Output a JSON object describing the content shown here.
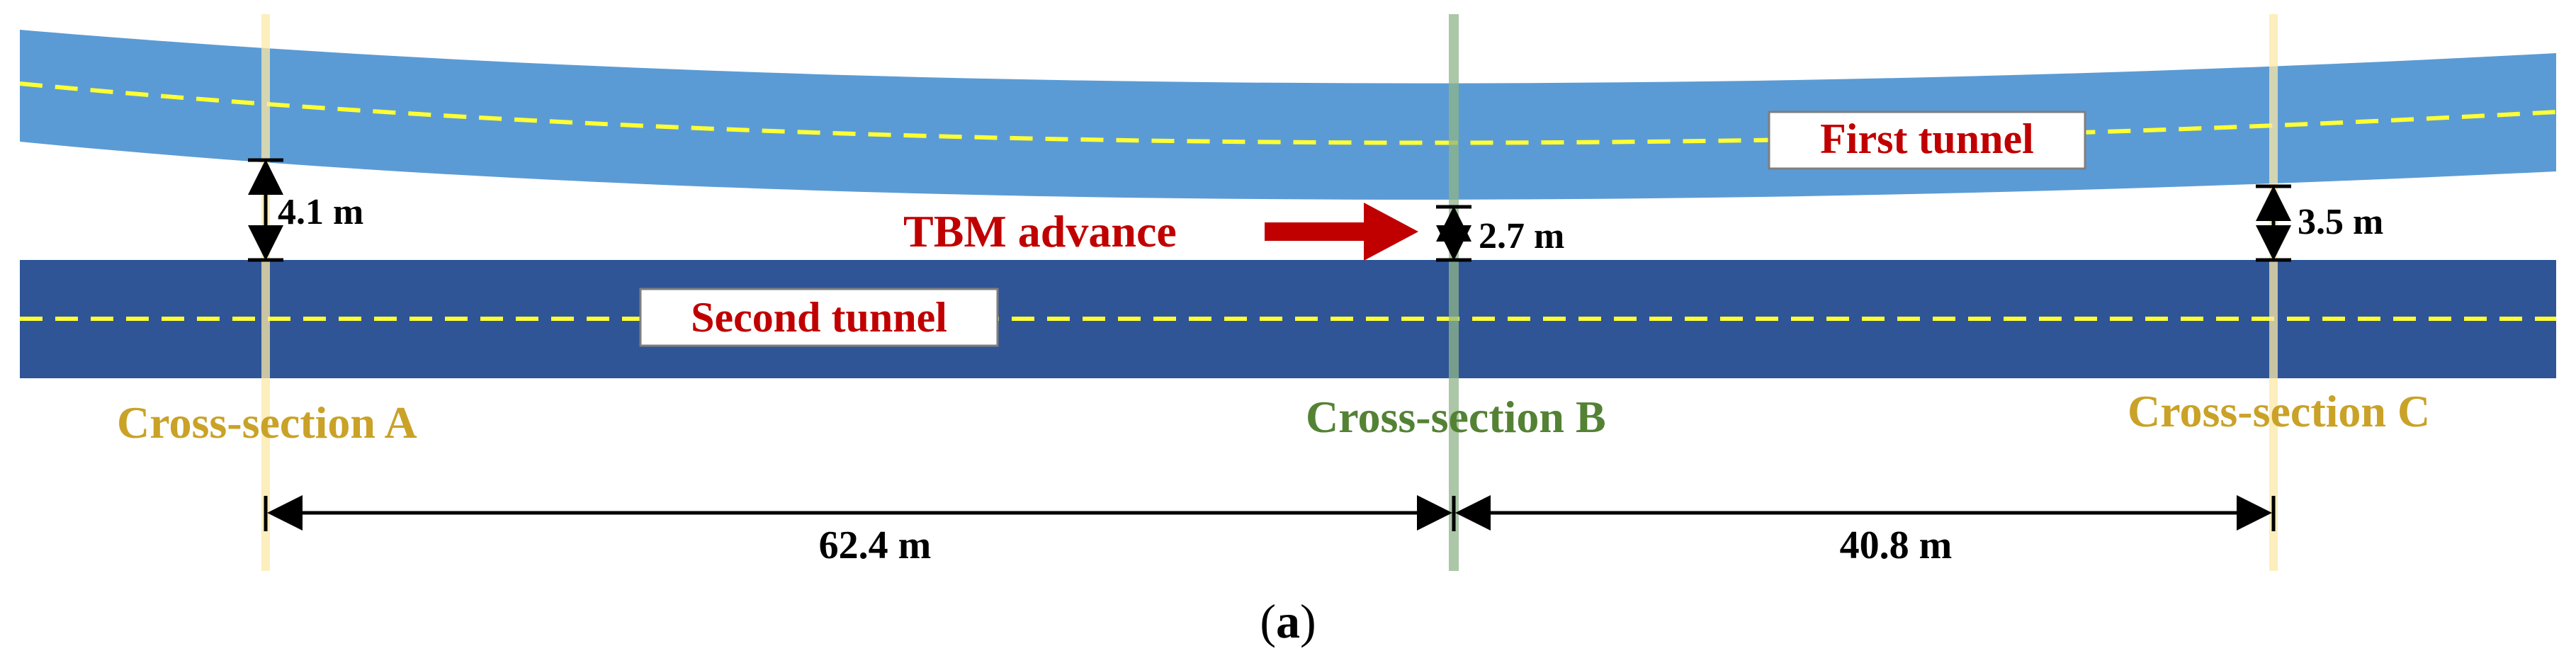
{
  "tunnels": {
    "first": {
      "label": "First tunnel",
      "color": "#5b9bd5"
    },
    "second": {
      "label": "Second tunnel",
      "color": "#2f5597"
    }
  },
  "centerline_color": "#ffff33",
  "advance": {
    "label": "TBM advance",
    "color": "#c00000"
  },
  "cross_sections": [
    {
      "label": "Cross-section A",
      "color": "#c9a227",
      "line_color": "#fde9a8"
    },
    {
      "label": "Cross-section B",
      "color": "#548235",
      "line_color": "#8fb58a"
    },
    {
      "label": "Cross-section C",
      "color": "#c9a227",
      "line_color": "#fde9a8"
    }
  ],
  "clearances": [
    {
      "label": "4.1 m"
    },
    {
      "label": "2.7 m"
    },
    {
      "label": "3.5 m"
    }
  ],
  "spans": [
    {
      "label": "62.4 m"
    },
    {
      "label": "40.8 m"
    }
  ],
  "caption": {
    "label": "a"
  }
}
